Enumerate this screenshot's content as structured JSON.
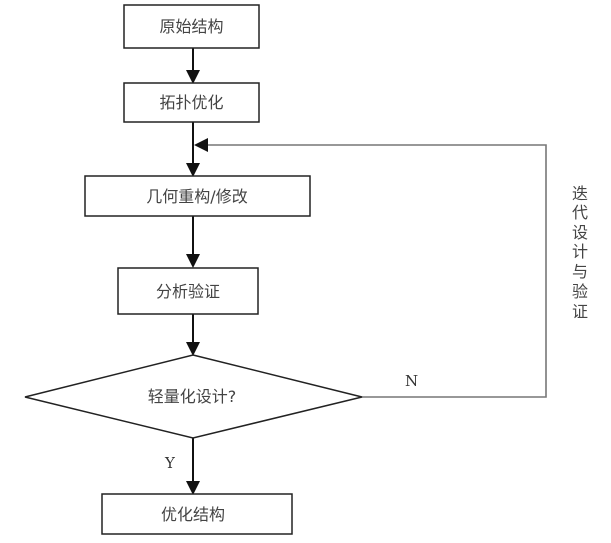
{
  "diagram": {
    "type": "flowchart",
    "nodes": [
      {
        "id": "start",
        "label": "原始结构"
      },
      {
        "id": "topo",
        "label": "拓扑优化"
      },
      {
        "id": "rebuild",
        "label": "几何重构/修改"
      },
      {
        "id": "verify",
        "label": "分析验证"
      },
      {
        "id": "decision",
        "label": "轻量化设计?"
      },
      {
        "id": "end",
        "label": "优化结构"
      }
    ],
    "edges": [
      {
        "from": "start",
        "to": "topo"
      },
      {
        "from": "topo",
        "to": "rebuild"
      },
      {
        "from": "rebuild",
        "to": "verify"
      },
      {
        "from": "verify",
        "to": "decision"
      },
      {
        "from": "decision",
        "to": "end",
        "label": "Y"
      },
      {
        "from": "decision",
        "to": "rebuild",
        "label": "N"
      }
    ],
    "loop_label": [
      "迭",
      "代",
      "设",
      "计",
      "与",
      "验",
      "证"
    ]
  }
}
